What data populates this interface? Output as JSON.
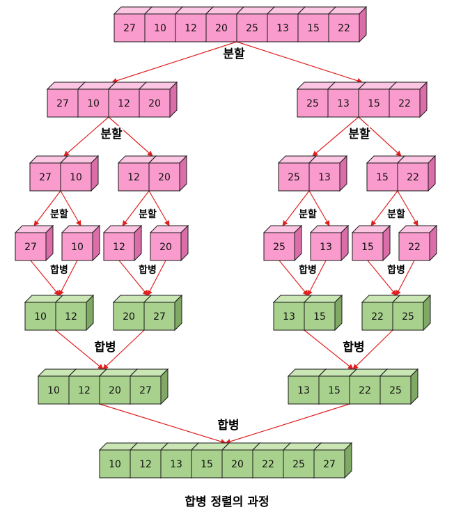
{
  "caption": "합병 정렬의 과정",
  "labels": {
    "split": "분할",
    "merge": "합병"
  },
  "colors": {
    "split_front": "#f99bcc",
    "split_top": "#fcc5e2",
    "split_side": "#db6da9",
    "merge_front": "#a9d18e",
    "merge_top": "#cbe6b5",
    "merge_side": "#7fa964",
    "arrow": "#e02020",
    "edge": "#1a1a1a"
  },
  "stages": {
    "initial": [
      27,
      10,
      12,
      20,
      25,
      13,
      15,
      22
    ],
    "split1": [
      [
        27,
        10,
        12,
        20
      ],
      [
        25,
        13,
        15,
        22
      ]
    ],
    "split2": [
      [
        27,
        10
      ],
      [
        12,
        20
      ],
      [
        25,
        13
      ],
      [
        15,
        22
      ]
    ],
    "split3": [
      [
        27
      ],
      [
        10
      ],
      [
        12
      ],
      [
        20
      ],
      [
        25
      ],
      [
        13
      ],
      [
        15
      ],
      [
        22
      ]
    ],
    "merge1": [
      [
        10,
        12
      ],
      [
        20,
        27
      ],
      [
        13,
        15
      ],
      [
        22,
        25
      ]
    ],
    "merge2": [
      [
        10,
        12,
        20,
        27
      ],
      [
        13,
        15,
        22,
        25
      ]
    ],
    "final": [
      10,
      12,
      13,
      15,
      20,
      22,
      25,
      27
    ]
  }
}
